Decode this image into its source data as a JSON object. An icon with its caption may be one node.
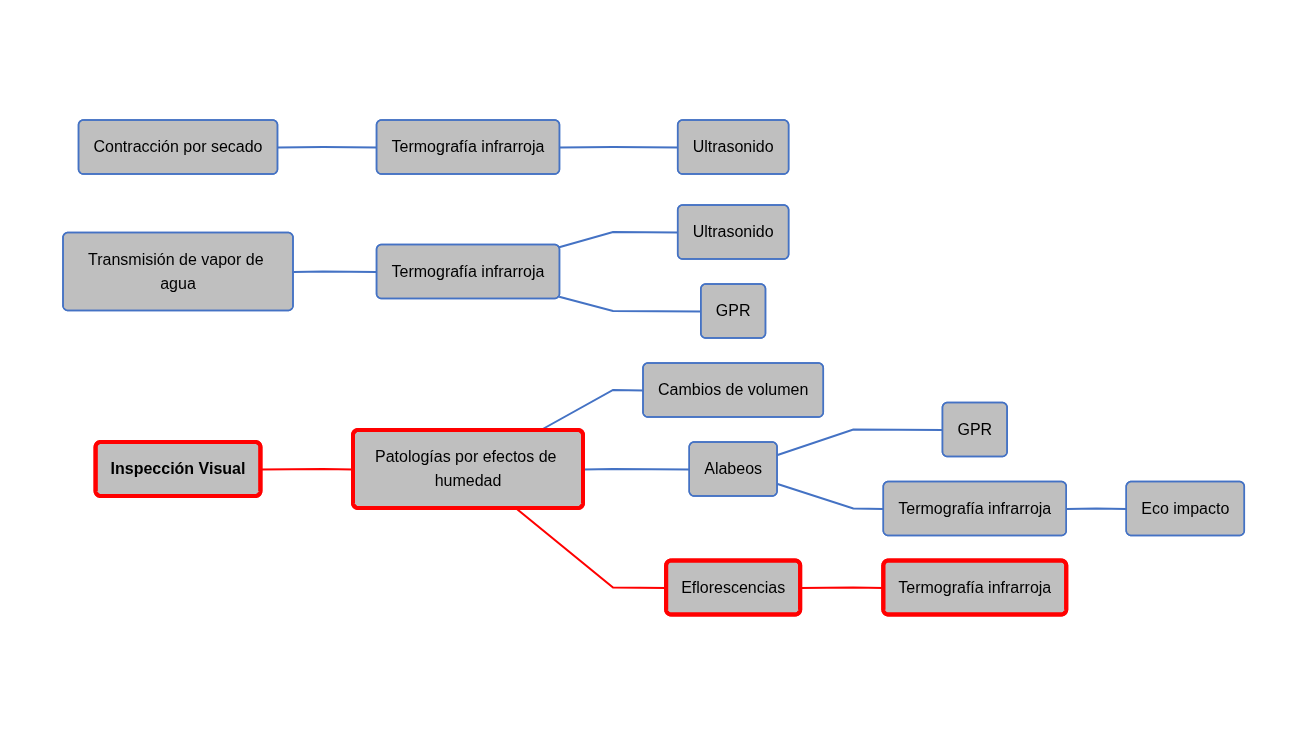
{
  "diagram": {
    "nodes": [
      {
        "text": [
          "Inspección Visual"
        ]
      },
      {
        "text": [
          "Patologías por efectos de humedad"
        ]
      },
      {
        "text": [
          "Contracción por secado"
        ]
      },
      {
        "text": [
          "Termografía infrarroja"
        ]
      },
      {
        "text": [
          "Ultrasonido"
        ]
      },
      {
        "text": [
          "Transmisión de vapor de agua"
        ]
      },
      {
        "text": [
          "Termografía infrarroja"
        ]
      },
      {
        "text": [
          "Ultrasonido"
        ]
      },
      {
        "text": [
          "GPR"
        ]
      },
      {
        "text": [
          "Cambios de volumen"
        ]
      },
      {
        "text": [
          "GPR"
        ]
      },
      {
        "text": [
          "Alabeos"
        ]
      },
      {
        "text": [
          "Termografía infrarroja"
        ]
      },
      {
        "text": [
          "Eco impacto"
        ]
      },
      {
        "text": [
          "Eflorescencias"
        ]
      },
      {
        "text": [
          "Termografía infrarroja"
        ]
      }
    ],
    "edges": [
      {
        "from": 0,
        "to": 1,
        "arrow": "none",
        "color": "#ff0000"
      },
      {
        "from": 1,
        "to": 9,
        "arrow": "none"
      },
      {
        "from": 1,
        "to": 11,
        "arrow": "none"
      },
      {
        "from": 1,
        "to": 14,
        "arrow": "none",
        "color": "#ff0000"
      },
      {
        "from": 2,
        "to": 3,
        "arrow": "none"
      },
      {
        "from": 3,
        "to": 4,
        "arrow": "none"
      },
      {
        "from": 5,
        "to": 6,
        "arrow": "none"
      },
      {
        "from": 6,
        "to": 7,
        "arrow": "none"
      },
      {
        "from": 6,
        "to": 8,
        "arrow": "none"
      },
      {
        "from": 11,
        "to": 10,
        "arrow": "none"
      },
      {
        "from": 11,
        "to": 12,
        "arrow": "none"
      },
      {
        "from": 12,
        "to": 13,
        "arrow": "none"
      },
      {
        "from": 14,
        "to": 15,
        "arrow": "none",
        "color": "#ff0000"
      }
    ]
  }
}
